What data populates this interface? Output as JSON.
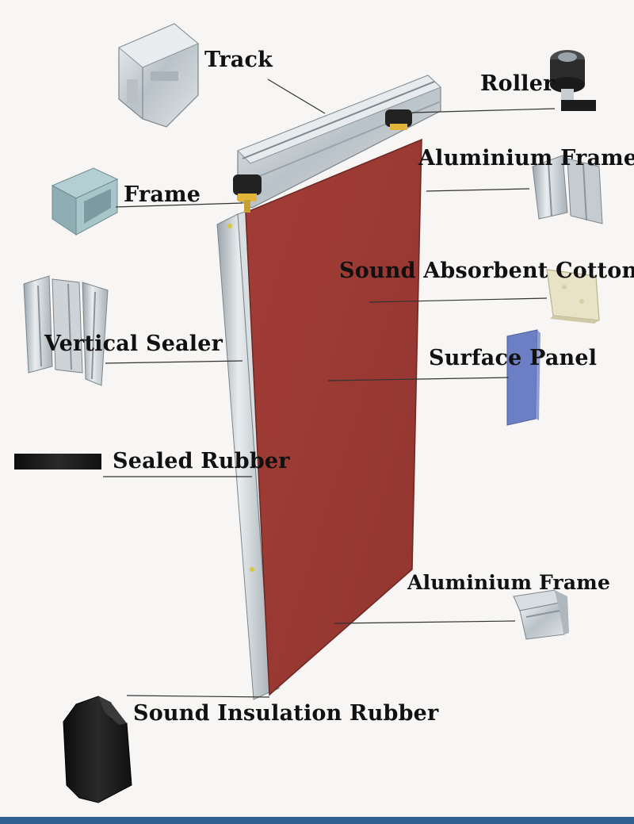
{
  "labels": {
    "track": "Track",
    "roller": "Roller",
    "aluminium_frame_top": "Aluminium Frame",
    "frame": "Frame",
    "sound_absorbent_cotton": "Sound Absorbent Cotton",
    "vertical_sealer": "Vertical Sealer",
    "surface_panel": "Surface Panel",
    "sealed_rubber": "Sealed Rubber",
    "aluminium_frame_bottom": "Aluminium Frame",
    "sound_insulation_rubber": "Sound Insulation Rubber"
  },
  "colors": {
    "panel_face": "#9c3a35",
    "panel_edge": "#7a2c29",
    "aluminium": "#c9cfd3",
    "rubber": "#1b1b1b",
    "surface_panel_sample": "#6d7fc4",
    "cotton": "#e6e1c4",
    "leader_line": "#333333"
  }
}
